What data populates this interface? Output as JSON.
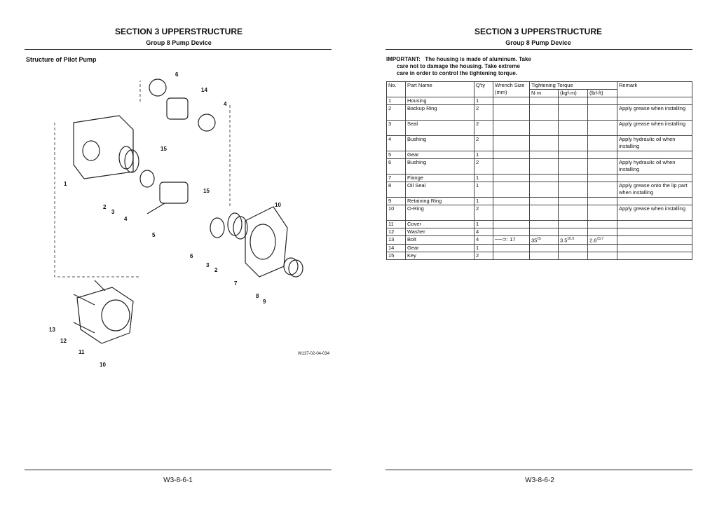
{
  "left": {
    "section": "SECTION 3 UPPERSTRUCTURE",
    "group": "Group 8 Pump Device",
    "title": "Structure of Pilot Pump",
    "figure_id": "W137-02-04-034",
    "page": "W3-8-6-1",
    "callouts": [
      "6",
      "14",
      "4",
      "15",
      "1",
      "2",
      "3",
      "4",
      "5",
      "15",
      "10",
      "6",
      "3",
      "2",
      "7",
      "8",
      "9",
      "13",
      "12",
      "11",
      "10"
    ]
  },
  "right": {
    "section": "SECTION 3 UPPERSTRUCTURE",
    "group": "Group 8 Pump Device",
    "page": "W3-8-6-2",
    "important_label": "IMPORTANT:",
    "important_text": [
      "The housing is made of aluminum. Take",
      "care not to damage the housing. Take extreme",
      "care in order to control the tightening torque."
    ],
    "headers": {
      "no": "No.",
      "part": "Part Name",
      "qty": "Q'ty",
      "wrench": "Wrench Size",
      "wrench_unit": "(mm)",
      "torque": "Tightening Torque",
      "nm": "N·m",
      "kgfm": "(kgf·m)",
      "lbfft": "(lbf·ft)",
      "remark": "Remark"
    },
    "rows": [
      {
        "no": "1",
        "part": "Housing",
        "qty": "1",
        "remark": ""
      },
      {
        "no": "2",
        "part": "Backup Ring",
        "qty": "2",
        "remark": "Apply grease when installing"
      },
      {
        "no": "3",
        "part": "Seal",
        "qty": "2",
        "remark": "Apply grease when installing"
      },
      {
        "no": "4",
        "part": "Bushing",
        "qty": "2",
        "remark": "Apply hydraulic oil when installing"
      },
      {
        "no": "5",
        "part": "Gear",
        "qty": "1",
        "remark": ""
      },
      {
        "no": "6",
        "part": "Bushing",
        "qty": "2",
        "remark": "Apply hydraulic oil when installing"
      },
      {
        "no": "7",
        "part": "Flange",
        "qty": "1",
        "remark": ""
      },
      {
        "no": "8",
        "part": "Oil Seal",
        "qty": "1",
        "remark": "Apply grease onto the lip part when installing"
      },
      {
        "no": "9",
        "part": "Retaining Ring",
        "qty": "1",
        "remark": ""
      },
      {
        "no": "10",
        "part": "O-Ring",
        "qty": "2",
        "remark": "Apply grease when installing"
      },
      {
        "no": "11",
        "part": "Cover",
        "qty": "1",
        "remark": ""
      },
      {
        "no": "12",
        "part": "Washer",
        "qty": "4",
        "remark": ""
      },
      {
        "no": "13",
        "part": "Bolt",
        "qty": "4",
        "wrench": ": 17",
        "nm": "35",
        "nm_tol": "±5",
        "kgfm": "3.5",
        "kgfm_tol": "±0.5",
        "lbfft": "2.6",
        "lbfft_tol": "±3.7",
        "remark": ""
      },
      {
        "no": "14",
        "part": "Gear",
        "qty": "1",
        "remark": ""
      },
      {
        "no": "15",
        "part": "Key",
        "qty": "2",
        "remark": ""
      }
    ]
  }
}
